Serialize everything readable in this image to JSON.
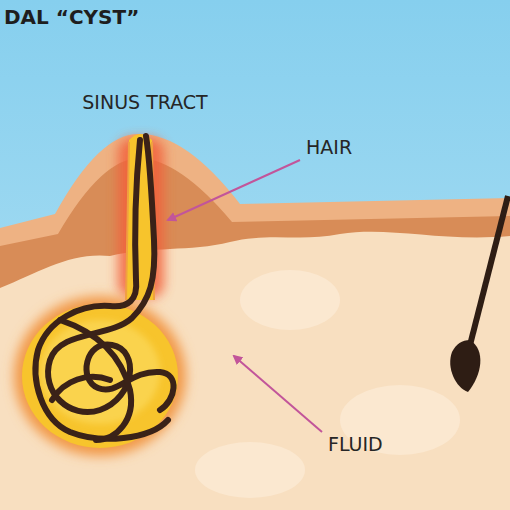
{
  "diagram": {
    "title": "DAL “CYST”",
    "labels": [
      "SINUS TRACT",
      "HAIR",
      "FLUID"
    ]
  }
}
